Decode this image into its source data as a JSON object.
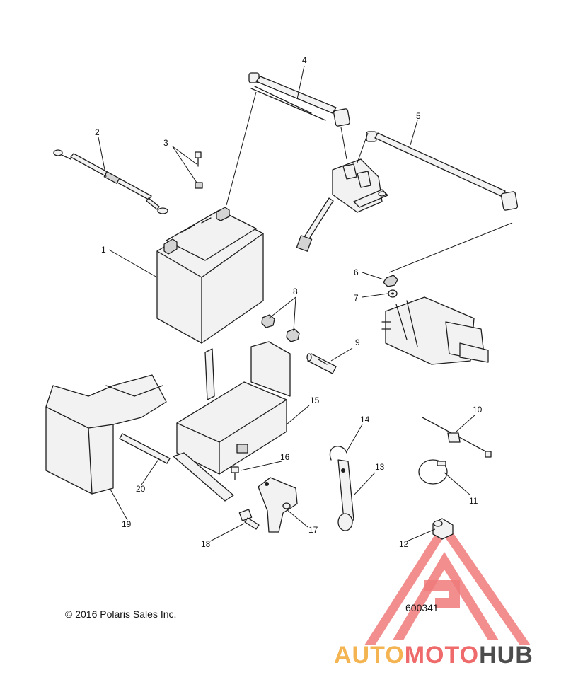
{
  "callouts": {
    "c1": "1",
    "c2": "2",
    "c3": "3",
    "c4": "4",
    "c5": "5",
    "c6": "6",
    "c7": "7",
    "c8": "8",
    "c9": "9",
    "c10": "10",
    "c11": "11",
    "c12": "12",
    "c13": "13",
    "c14": "14",
    "c15": "15",
    "c16": "16",
    "c17": "17",
    "c18": "18",
    "c19": "19",
    "c20": "20"
  },
  "copyright": "© 2016 Polaris Sales Inc.",
  "diagram_id": "600341",
  "watermark": {
    "part1": "AUTO",
    "part2": "MOTO",
    "part3": "HUB"
  },
  "colors": {
    "watermark_red": "#ef6b6b",
    "watermark_orange": "#f3b451",
    "watermark_gray": "#4c4c4c",
    "line": "#1e1e1e"
  }
}
